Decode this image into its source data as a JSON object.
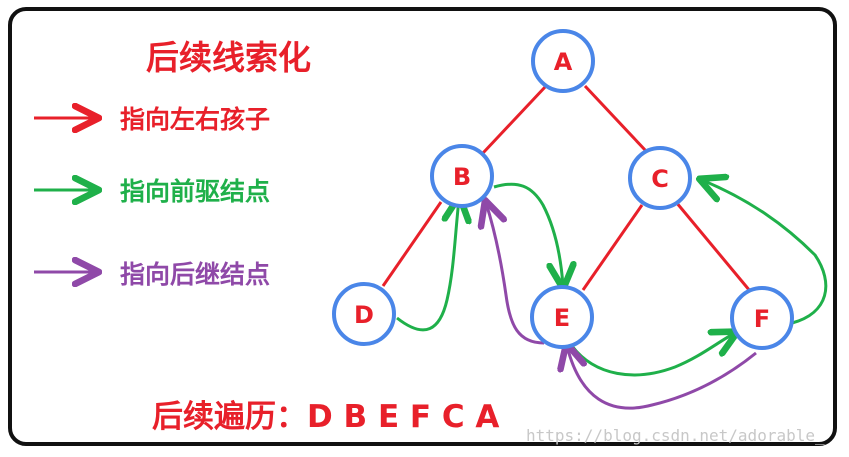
{
  "title": "后续线索化",
  "legend": [
    {
      "label": "指向左右孩子",
      "color": "#e8202a",
      "icon": "right-arrow-icon"
    },
    {
      "label": "指向前驱结点",
      "color": "#1fb04a",
      "icon": "right-arrow-icon"
    },
    {
      "label": "指向后继结点",
      "color": "#8f49a8",
      "icon": "right-arrow-icon"
    }
  ],
  "nodes": {
    "a": "A",
    "b": "B",
    "c": "C",
    "d": "D",
    "e": "E",
    "f": "F"
  },
  "traversal": "后续遍历：D B E F C A",
  "watermark": "https://blog.csdn.net/adorable_",
  "colors": {
    "tree_edge": "#e8202a",
    "predecessor": "#1fb04a",
    "successor": "#8f49a8",
    "node_fill": "#ffffff",
    "node_border": "#4a86e8",
    "node_text": "#e8202a",
    "title_text": "#e8202a",
    "traversal_text": "#e8202a",
    "frame": "#111111"
  }
}
